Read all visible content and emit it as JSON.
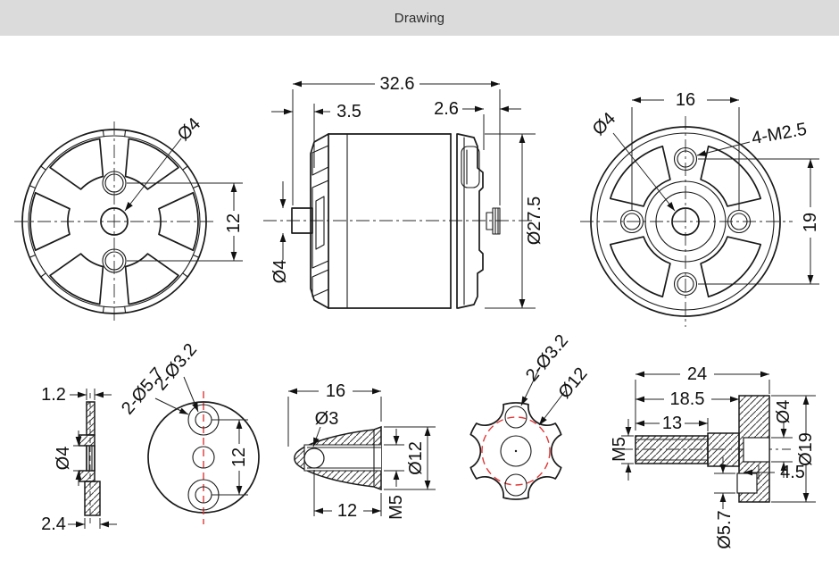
{
  "header": {
    "title": "Drawing"
  },
  "views": {
    "front": {
      "dia_center_hole": "Ø4",
      "hole_spacing": "12"
    },
    "side": {
      "length_total": "32.6",
      "length_front": "3.5",
      "length_rear": "2.6",
      "dia_shaft": "Ø4",
      "dia_body": "Ø27.5"
    },
    "back": {
      "hole_spacing_x": "16",
      "dia_shaft_hole": "Ø4",
      "mount_holes": "4-M2.5",
      "hole_spacing_y": "19"
    },
    "washer": {
      "thickness_top": "1.2",
      "dia_bore": "Ø4",
      "thickness_bottom": "2.4"
    },
    "mount_plate": {
      "holes_small": "2-Ø3.2",
      "holes_counterbore": "2-Ø5.7",
      "hole_spacing": "12"
    },
    "prop_nut": {
      "width": "16",
      "dia_cross_hole": "Ø3",
      "dia_outer": "Ø12",
      "depth": "12",
      "thread": "M5"
    },
    "rotor_plate": {
      "holes": "2-Ø3.2",
      "bolt_circle": "Ø12"
    },
    "prop_shaft": {
      "length_total": "24",
      "length_to_flange": "18.5",
      "thread_length": "13",
      "thread": "M5",
      "dia_hole": "Ø4",
      "dia_flange": "Ø19",
      "step": "4.5",
      "dia_counterbore": "Ø5.7"
    }
  },
  "colors": {
    "header_bg": "#dbdbdb",
    "line": "#1a1a1a",
    "accent_red": "#e23636",
    "canvas": "#ffffff"
  }
}
